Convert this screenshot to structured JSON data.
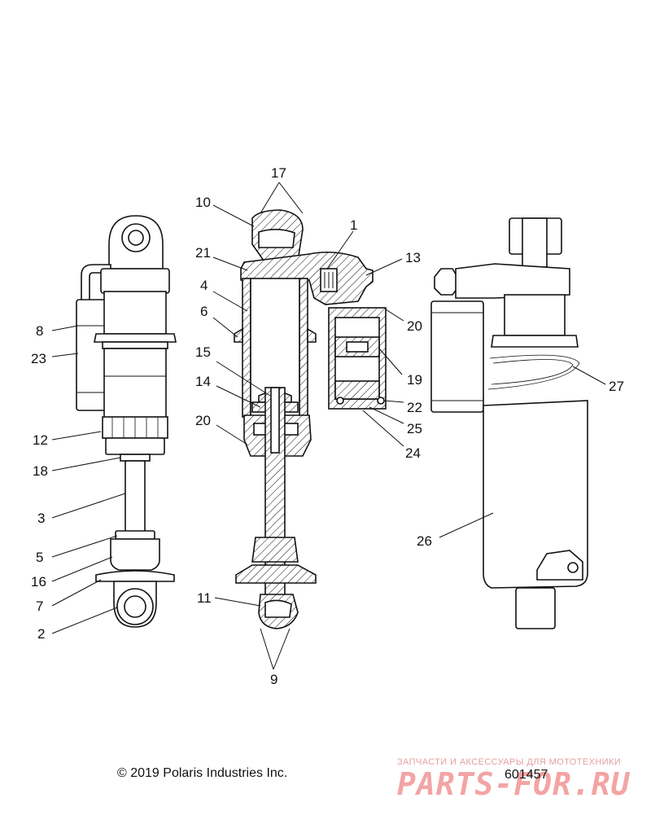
{
  "callouts": [
    {
      "id": "17",
      "text": "17"
    },
    {
      "id": "10",
      "text": "10"
    },
    {
      "id": "1",
      "text": "1"
    },
    {
      "id": "13",
      "text": "13"
    },
    {
      "id": "21",
      "text": "21"
    },
    {
      "id": "4",
      "text": "4"
    },
    {
      "id": "6",
      "text": "6"
    },
    {
      "id": "20a",
      "text": "20"
    },
    {
      "id": "15",
      "text": "15"
    },
    {
      "id": "19",
      "text": "19"
    },
    {
      "id": "14",
      "text": "14"
    },
    {
      "id": "22",
      "text": "22"
    },
    {
      "id": "20b",
      "text": "20"
    },
    {
      "id": "25",
      "text": "25"
    },
    {
      "id": "24",
      "text": "24"
    },
    {
      "id": "8",
      "text": "8"
    },
    {
      "id": "23",
      "text": "23"
    },
    {
      "id": "12",
      "text": "12"
    },
    {
      "id": "18",
      "text": "18"
    },
    {
      "id": "3",
      "text": "3"
    },
    {
      "id": "5",
      "text": "5"
    },
    {
      "id": "16",
      "text": "16"
    },
    {
      "id": "7",
      "text": "7"
    },
    {
      "id": "2",
      "text": "2"
    },
    {
      "id": "11",
      "text": "11"
    },
    {
      "id": "9",
      "text": "9"
    },
    {
      "id": "27",
      "text": "27"
    },
    {
      "id": "26",
      "text": "26"
    }
  ],
  "footer": {
    "copyright": "© 2019 Polaris Industries Inc.",
    "figure_number": "601457"
  },
  "watermark": {
    "tagline": "ЗАПЧАСТИ И АКСЕССУАРЫ ДЛЯ МОТОТЕХНИКИ",
    "brand": "PARTS-FOR.RU",
    "color": "#eb5b5b"
  }
}
